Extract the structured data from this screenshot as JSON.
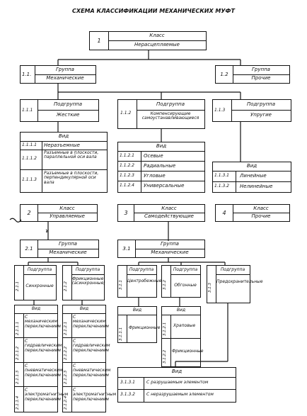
{
  "title": "СХЕМА КЛАССИФИКАЦИИ МЕХАНИЧЕСКИХ МУФТ",
  "root": {
    "num": "1",
    "label": "Класс",
    "value": "Нерасцепляемые"
  },
  "g11": {
    "num": "1.1.",
    "label": "Группа",
    "value": "Механические"
  },
  "g12": {
    "num": "1.2",
    "label": "Группа",
    "value": "Прочие"
  },
  "s111": {
    "num": "1.1.1",
    "label": "Подгруппа",
    "value": "Жесткие"
  },
  "s112": {
    "num": "1.1.2",
    "label": "Подгруппа",
    "value": "Компенсирующие самоустанавливающиеся"
  },
  "s113": {
    "num": "1.1.3",
    "label": "Подгруппа",
    "value": "Упругие"
  },
  "v111": {
    "label": "Вид",
    "rows": [
      {
        "num": "1.1.1.1",
        "text": "Неразъемные"
      },
      {
        "num": "1.1.1.2",
        "text": "Разъемные в плоскости, параллельной оси вала"
      },
      {
        "num": "1.1.1.3",
        "text": "Разъемные в плоскости, перпендикулярной оси вала"
      }
    ]
  },
  "v112": {
    "label": "Вид",
    "rows": [
      {
        "num": "1.1.2.1",
        "text": "Осевые"
      },
      {
        "num": "1.1.2.2",
        "text": "Радиальные"
      },
      {
        "num": "1.1.2.3",
        "text": "Угловые"
      },
      {
        "num": "1.1.2.4",
        "text": "Универсальные"
      }
    ]
  },
  "v113": {
    "label": "Вид",
    "rows": [
      {
        "num": "1.1.3.1",
        "text": "Линейные"
      },
      {
        "num": "1.1.3.2",
        "text": "Нелинейные"
      }
    ]
  },
  "c2": {
    "num": "2",
    "label": "Класс",
    "value": "Управляемые"
  },
  "c3": {
    "num": "3",
    "label": "Класс",
    "value": "Самодействующие"
  },
  "c4": {
    "num": "4",
    "label": "Класс",
    "value": "Прочие"
  },
  "g21": {
    "num": "2.1",
    "label": "Группа",
    "value": "Механические"
  },
  "g31": {
    "num": "3.1",
    "label": "Группа",
    "value": "Механические"
  },
  "s211": {
    "num": "2.1.1",
    "label": "Подгруппа",
    "value": "Синхронные"
  },
  "s212": {
    "num": "2.1.2",
    "label": "Подгруппа",
    "value": "Фрикционные (асинхронные)"
  },
  "s311": {
    "num": "3.1.1",
    "label": "Подгруппа",
    "value": "Центробежные"
  },
  "s312": {
    "num": "3.1.2",
    "label": "Подгруппа",
    "value": "Обгонные"
  },
  "s313": {
    "num": "3.1.3",
    "label": "Подгруппа",
    "value": "Предохранительные"
  },
  "v211": {
    "label": "Вид",
    "rows": [
      {
        "num": "2.1.1.1",
        "text": "С механическим переключением"
      },
      {
        "num": "2.1.1.2",
        "text": "С гидравлическим переключением"
      },
      {
        "num": "2.1.1.3",
        "text": "С пневматическим переключением"
      },
      {
        "num": "2.1.1.4",
        "text": "С электромагнитным переключением"
      }
    ]
  },
  "v212": {
    "label": "Вид",
    "rows": [
      {
        "num": "2.1.2.1",
        "text": "С механическим переключением"
      },
      {
        "num": "2.1.2.2",
        "text": "С гидравлическим переключением"
      },
      {
        "num": "2.1.2.3",
        "text": "С пневматическим переключением"
      },
      {
        "num": "2.1.2.4",
        "text": "С электромагнитным переключением"
      }
    ]
  },
  "v311": {
    "label": "Вид",
    "rows": [
      {
        "num": "3.1.1.1",
        "text": "Фрикционные"
      }
    ]
  },
  "v312": {
    "label": "Вид",
    "rows": [
      {
        "num": "3.1.2.1",
        "text": "Храповые"
      },
      {
        "num": "3.1.2.2",
        "text": "Фрикционные"
      }
    ]
  },
  "v313": {
    "label": "Вид",
    "rows": [
      {
        "num": "3.1.3.1",
        "text": "С разрушаемым элементом"
      },
      {
        "num": "3.1.3.2",
        "text": "С неразрушаемым элементом"
      }
    ]
  },
  "stray_mark": "ɤ"
}
